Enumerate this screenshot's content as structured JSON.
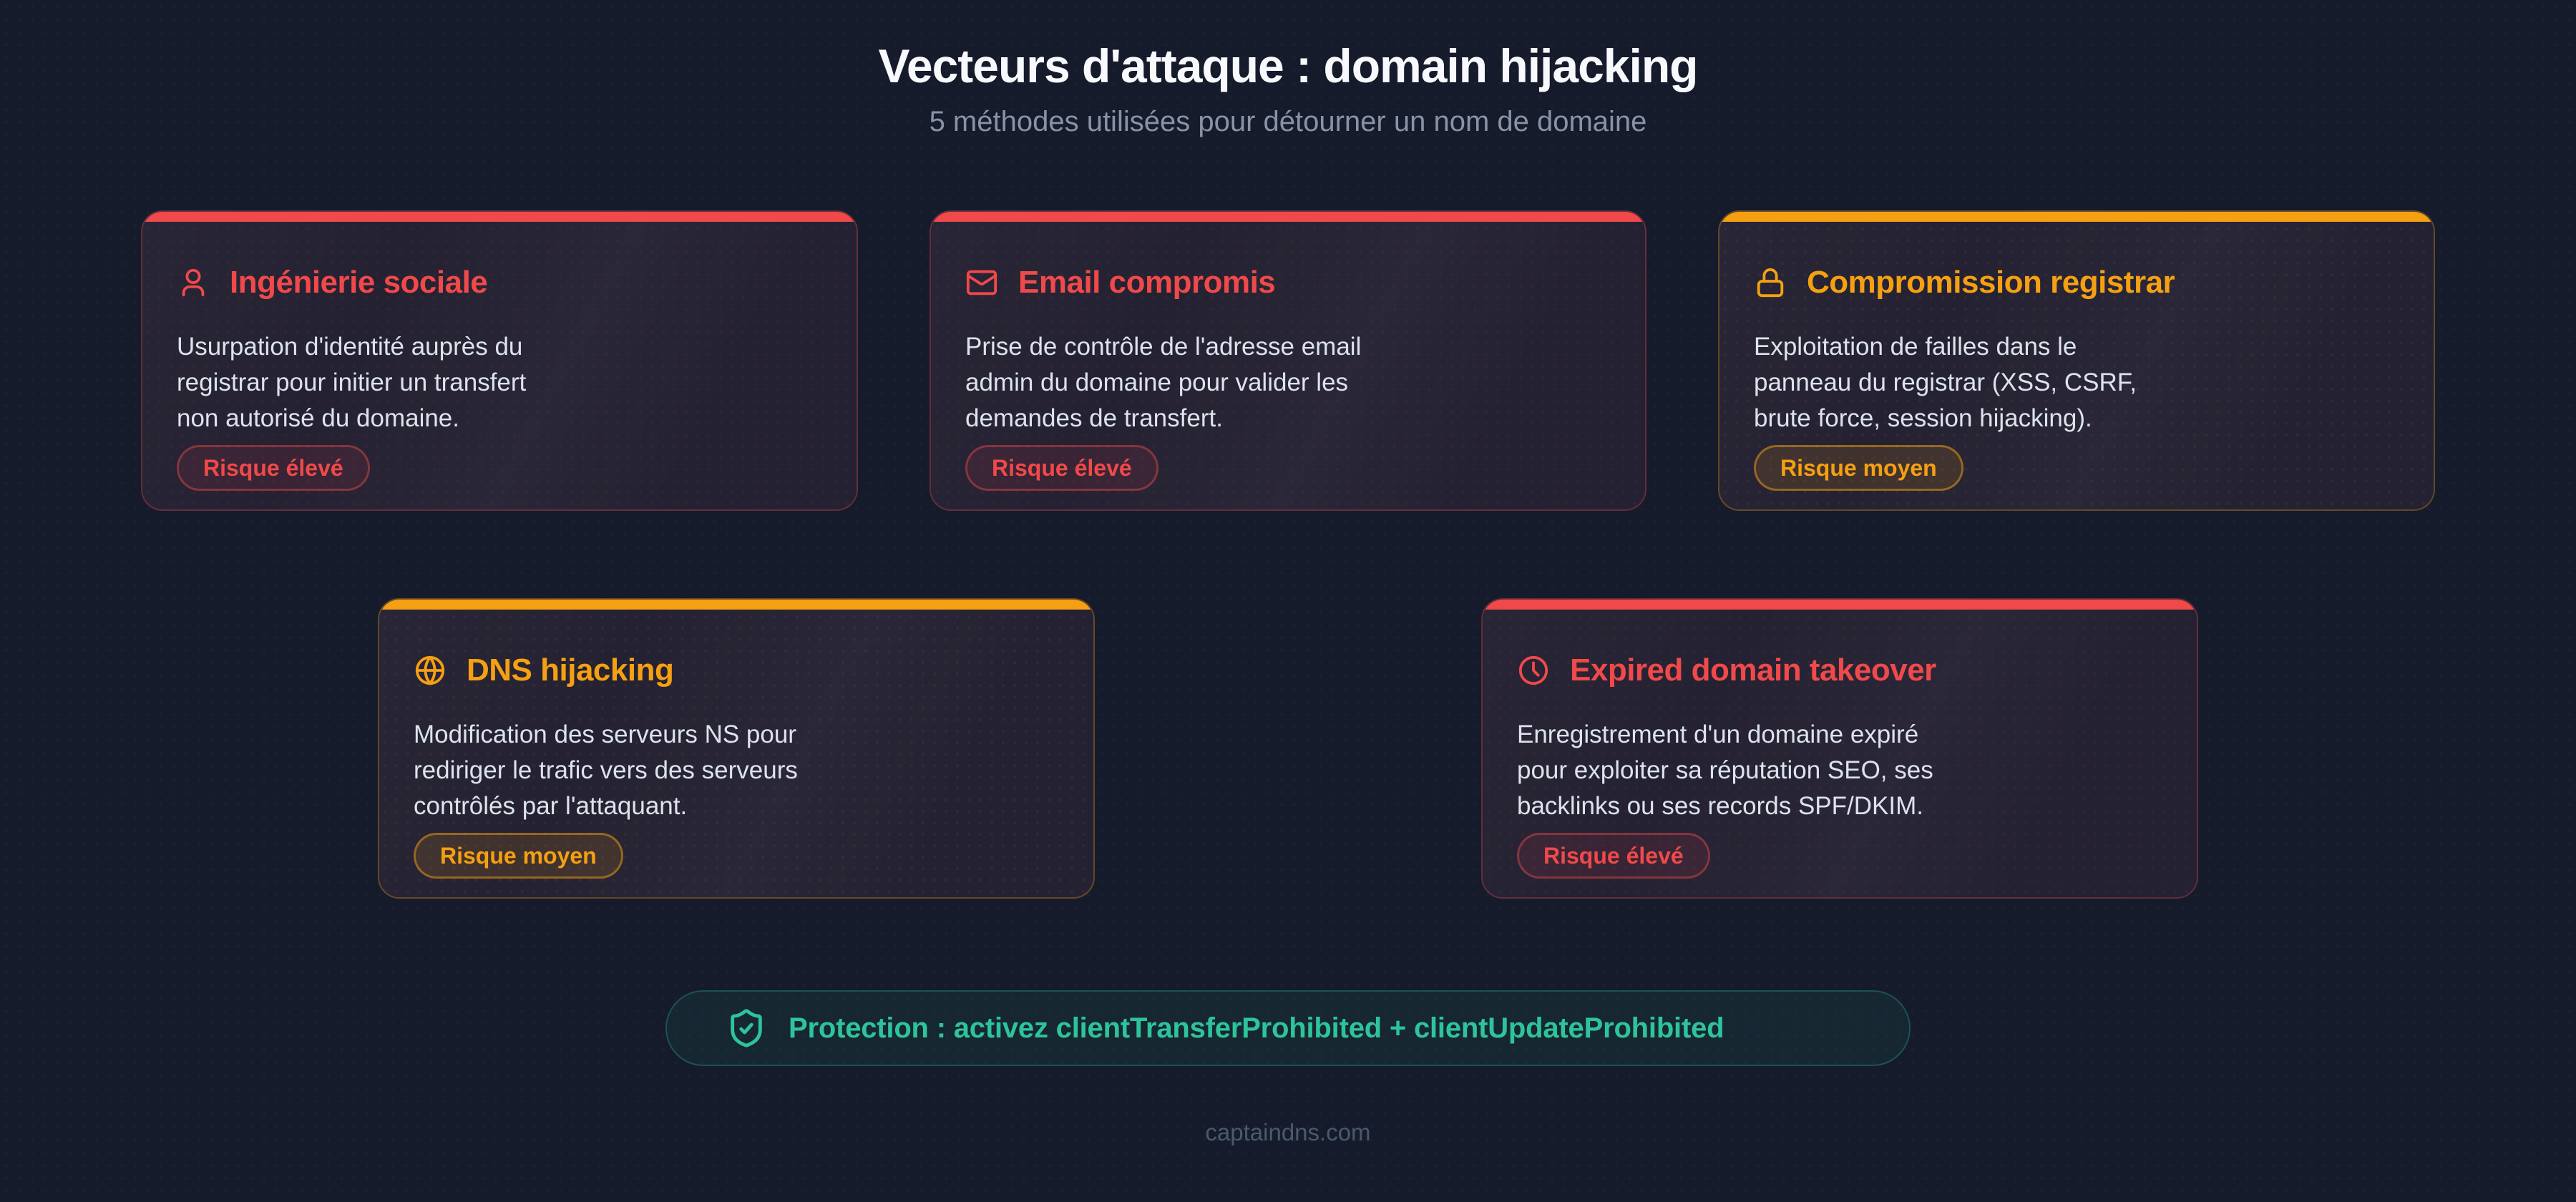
{
  "header": {
    "title": "Vecteurs d'attaque : domain hijacking",
    "subtitle": "5 méthodes utilisées pour détourner un nom de domaine"
  },
  "cards": [
    {
      "icon": "user-icon",
      "title": "Ingénierie sociale",
      "body": "Usurpation d'identité auprès du\nregistrar pour initier un transfert\nnon autorisé du domaine.",
      "badge": "Risque élevé",
      "risk": "high"
    },
    {
      "icon": "mail-icon",
      "title": "Email compromis",
      "body": "Prise de contrôle de l'adresse email\nadmin du domaine pour valider les\ndemandes de transfert.",
      "badge": "Risque élevé",
      "risk": "high"
    },
    {
      "icon": "lock-icon",
      "title": "Compromission registrar",
      "body": "Exploitation de failles dans le\npanneau du registrar (XSS, CSRF,\nbrute force, session hijacking).",
      "badge": "Risque moyen",
      "risk": "medium"
    },
    {
      "icon": "globe-icon",
      "title": "DNS hijacking",
      "body": "Modification des serveurs NS pour\nrediriger le trafic vers des serveurs\ncontrôlés par l'attaquant.",
      "badge": "Risque moyen",
      "risk": "medium"
    },
    {
      "icon": "clock-icon",
      "title": "Expired domain takeover",
      "body": "Enregistrement d'un domaine expiré\npour exploiter sa réputation SEO, ses\nbacklinks ou ses records SPF/DKIM.",
      "badge": "Risque élevé",
      "risk": "high"
    }
  ],
  "protection": {
    "icon": "shield-check-icon",
    "label": "Protection : activez clientTransferProhibited + clientUpdateProhibited"
  },
  "footer": {
    "site": "captaindns.com"
  },
  "colors": {
    "risk_high": "#f0494a",
    "risk_medium": "#f5a012",
    "protection_accent": "#2ec49b",
    "page_bg": "#151b2b",
    "card_bg": "#242132"
  }
}
